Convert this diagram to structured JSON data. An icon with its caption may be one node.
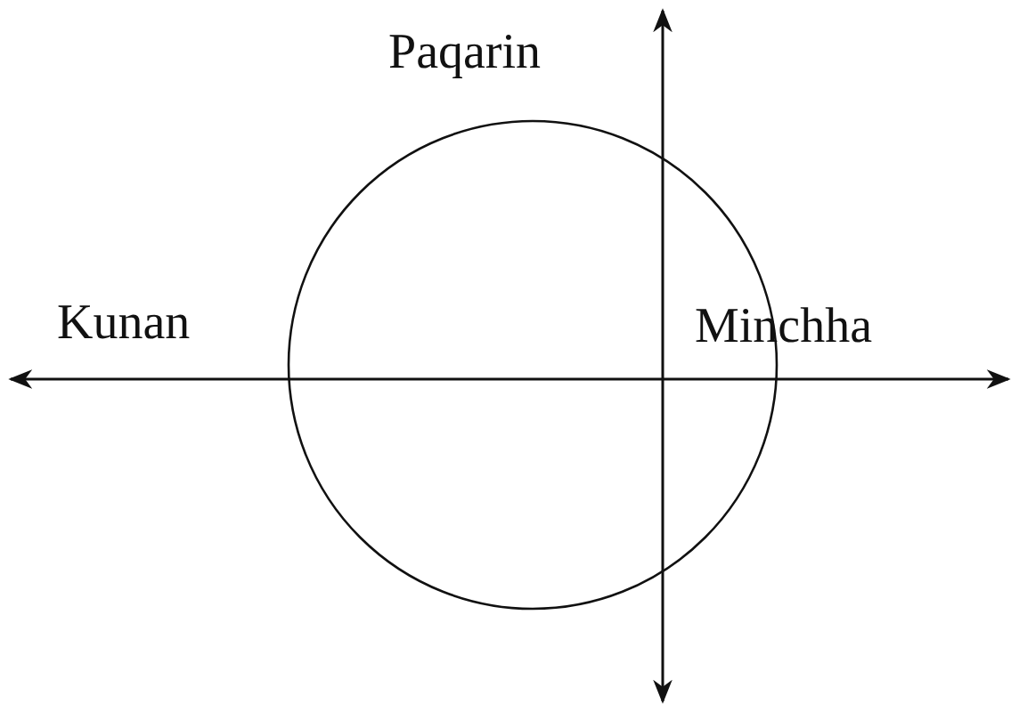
{
  "diagram": {
    "labels": [
      "Paqarin",
      "Kunan",
      "Minchha"
    ]
  }
}
